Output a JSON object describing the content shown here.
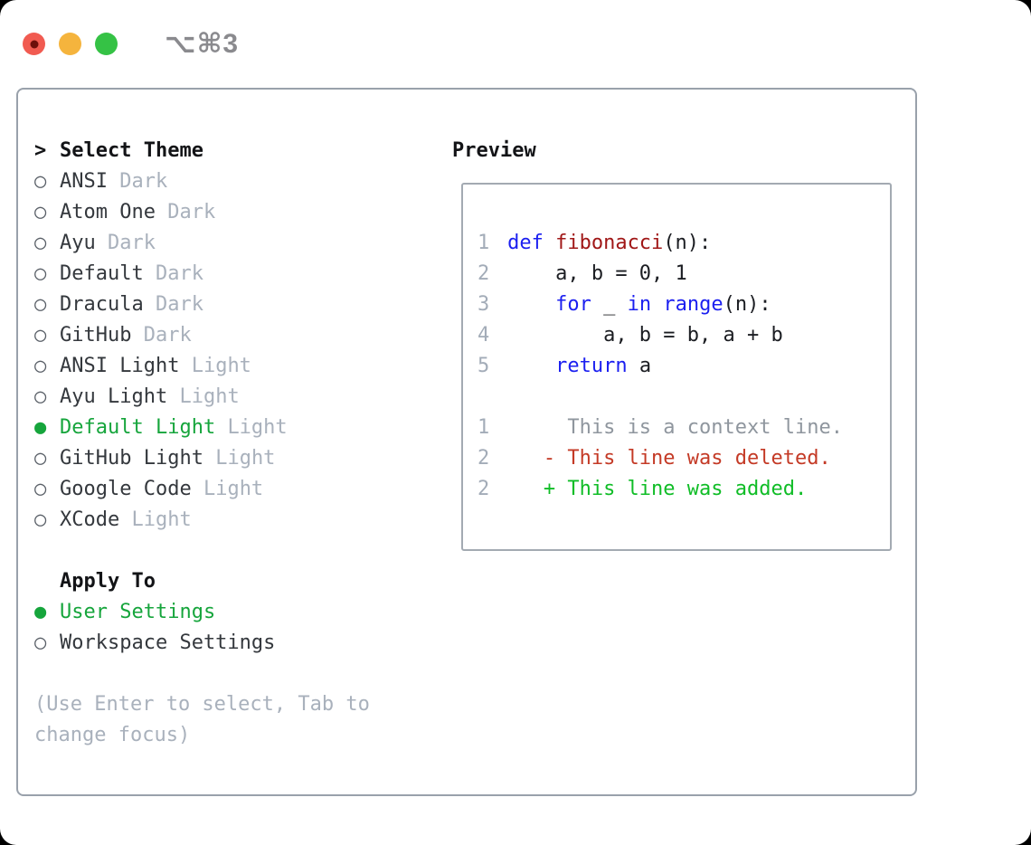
{
  "titlebar": {
    "title": "⌥⌘3",
    "lights": {
      "close": "close",
      "minimize": "minimize",
      "zoom": "zoom"
    }
  },
  "theme_section": {
    "focus_indicator": ">",
    "title": "Select Theme",
    "items": [
      {
        "marker": "○",
        "name": "ANSI",
        "variant": "Dark",
        "state": ""
      },
      {
        "marker": "○",
        "name": "Atom One",
        "variant": "Dark",
        "state": ""
      },
      {
        "marker": "○",
        "name": "Ayu",
        "variant": "Dark",
        "state": ""
      },
      {
        "marker": "○",
        "name": "Default",
        "variant": "Dark",
        "state": ""
      },
      {
        "marker": "○",
        "name": "Dracula",
        "variant": "Dark",
        "state": ""
      },
      {
        "marker": "○",
        "name": "GitHub",
        "variant": "Dark",
        "state": ""
      },
      {
        "marker": "○",
        "name": "ANSI Light",
        "variant": "Light",
        "state": ""
      },
      {
        "marker": "○",
        "name": "Ayu Light",
        "variant": "Light",
        "state": ""
      },
      {
        "marker": "●",
        "name": "Default Light",
        "variant": "Light",
        "state": "selected"
      },
      {
        "marker": "○",
        "name": "GitHub Light",
        "variant": "Light",
        "state": ""
      },
      {
        "marker": "○",
        "name": "Google Code",
        "variant": "Light",
        "state": ""
      },
      {
        "marker": "○",
        "name": "XCode",
        "variant": "Light",
        "state": ""
      }
    ]
  },
  "apply_section": {
    "focus_indicator": "",
    "title": "Apply To",
    "items": [
      {
        "marker": "●",
        "name": "User Settings",
        "state": "selected"
      },
      {
        "marker": "○",
        "name": "Workspace Settings",
        "state": ""
      }
    ]
  },
  "help_text": "(Use Enter to select, Tab to change focus)",
  "preview": {
    "title": "Preview",
    "code_lines": [
      {
        "num": "1",
        "t0": "def ",
        "t1": "fibonacci",
        "t2": "(n):"
      },
      {
        "num": "2",
        "t0": "    a, b = 0, 1"
      },
      {
        "num": "3",
        "t0": "    ",
        "t1": "for",
        "t2": " _ ",
        "t3": "in",
        "t4": " ",
        "t5": "range",
        "t6": "(n):"
      },
      {
        "num": "4",
        "t0": "        a, b = b, a + b"
      },
      {
        "num": "5",
        "t0": "    ",
        "t1": "return",
        "t2": " a"
      }
    ],
    "diff_lines": [
      {
        "num": "1",
        "cls": "diff-context",
        "text": "     This is a context line."
      },
      {
        "num": "2",
        "cls": "diff-deleted",
        "text": "   - This line was deleted."
      },
      {
        "num": "2",
        "cls": "diff-added",
        "text": "   + This line was added."
      }
    ]
  },
  "colors": {
    "selection_green": "#16a53c",
    "keyword_blue": "#1b1ff0",
    "function_red": "#a01717",
    "diff_deleted_red": "#c43a26",
    "diff_added_green": "#10bd27",
    "muted_gray": "#a9b1bc",
    "line_number_gray": "#a3acb8",
    "border_gray": "#99a1ab",
    "traffic_red": "#f15b51",
    "traffic_yellow": "#f5b43d",
    "traffic_green": "#35c245"
  }
}
